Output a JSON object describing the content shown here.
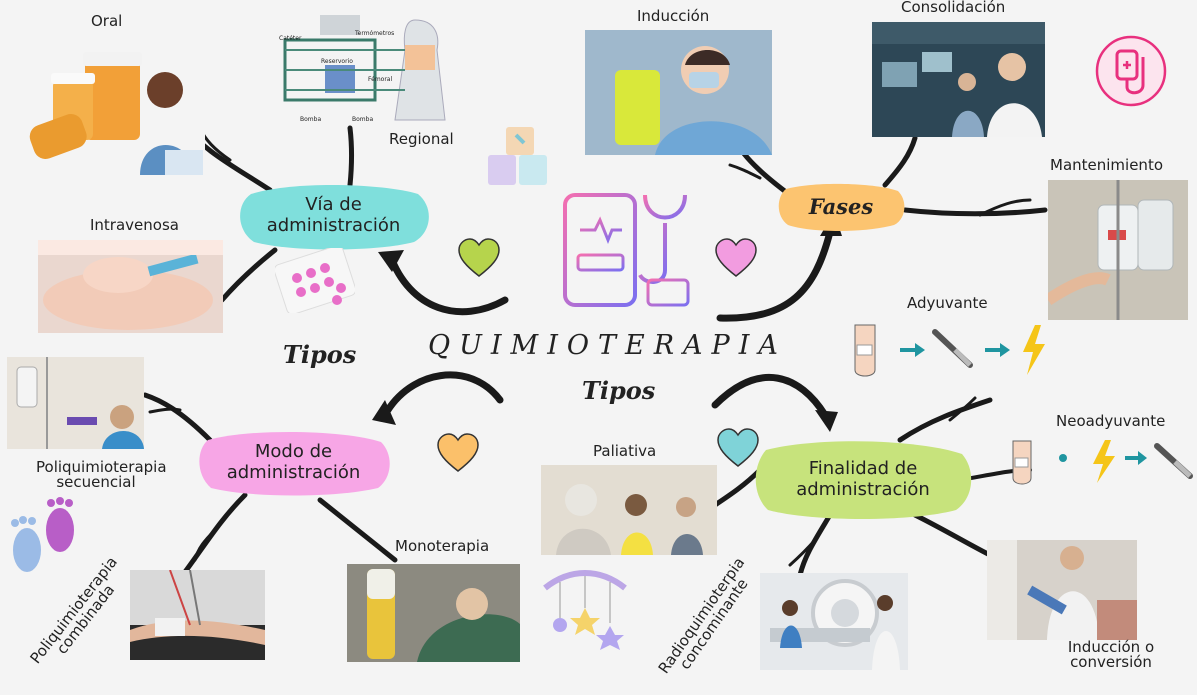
{
  "title": "QUIMIOTERAPIA",
  "branches": {
    "via": "Vía de administración",
    "modo": "Modo de administración",
    "fases": "Fases",
    "finalidad": "Finalidad de administración"
  },
  "tipos_top": "Tipos",
  "tipos_mid": "Tipos",
  "leaves": {
    "oral": "Oral",
    "regional": "Regional",
    "intravenosa": "Intravenosa",
    "induccion": "Inducción",
    "consolidacion": "Consolidación",
    "mantenimiento": "Mantenimiento",
    "adyuvante": "Adyuvante",
    "neoadyuvante": "Neoadyuvante",
    "poli_secuencial": "Poliquimioterapia secuencial",
    "poli_combinada": "Poliquimioterapia combinada",
    "monoterapia": "Monoterapia",
    "paliativa": "Paliativa",
    "radio_concominante": "Radioquimioterpia concominante",
    "induccion_conversion": "Inducción o conversión"
  },
  "diagram_labels": {
    "catheter": [
      "Catéter",
      "Termómetros",
      "Reservorio",
      "Fémoral",
      "Bomba",
      "Bomba"
    ]
  },
  "colors": {
    "via": "#7fdfdc",
    "modo": "#f7a6e6",
    "fases": "#fcc470",
    "finalidad": "#c7e37c",
    "heart_green": "#b6d44c",
    "heart_pink": "#f29ce0",
    "heart_orange": "#fbc06a",
    "heart_teal": "#7fd3d8",
    "icon_pink": "#e8307e",
    "arrow_teal": "#1f95a0",
    "bolt": "#f5c518"
  }
}
